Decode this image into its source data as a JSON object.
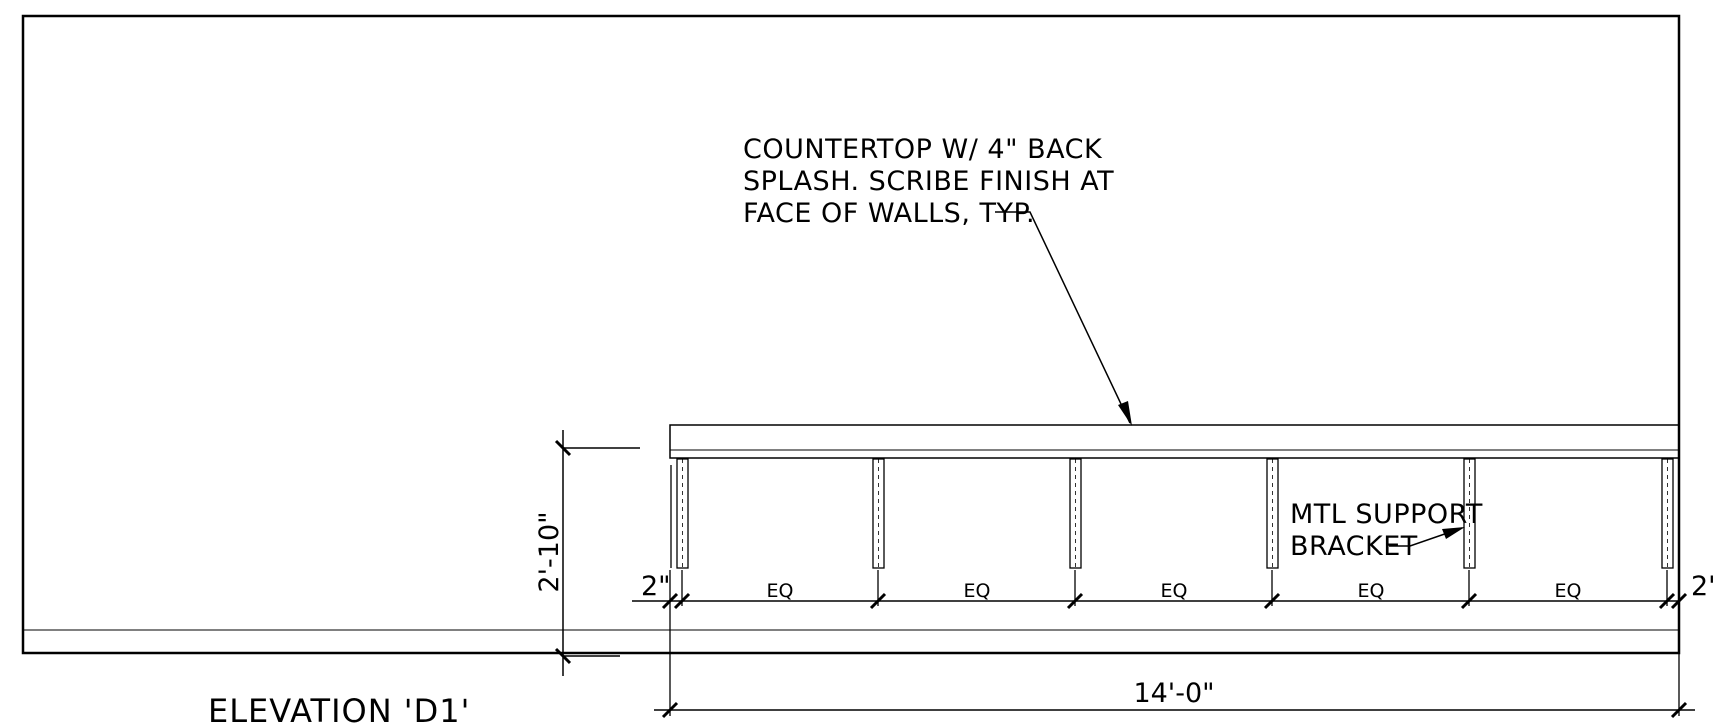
{
  "notes": {
    "countertop": {
      "line1": "COUNTERTOP W/ 4\" BACK",
      "line2": "SPLASH. SCRIBE FINISH AT",
      "line3": "FACE OF WALLS, TYP."
    },
    "bracket": {
      "line1": "MTL SUPPORT",
      "line2": "BRACKET"
    }
  },
  "dimensions": {
    "height": "2'-10\"",
    "left_offset": "2\"",
    "right_offset": "2'",
    "equal_label": "EQ",
    "overall_length": "14'-0\""
  },
  "view_title": "ELEVATION 'D1'"
}
